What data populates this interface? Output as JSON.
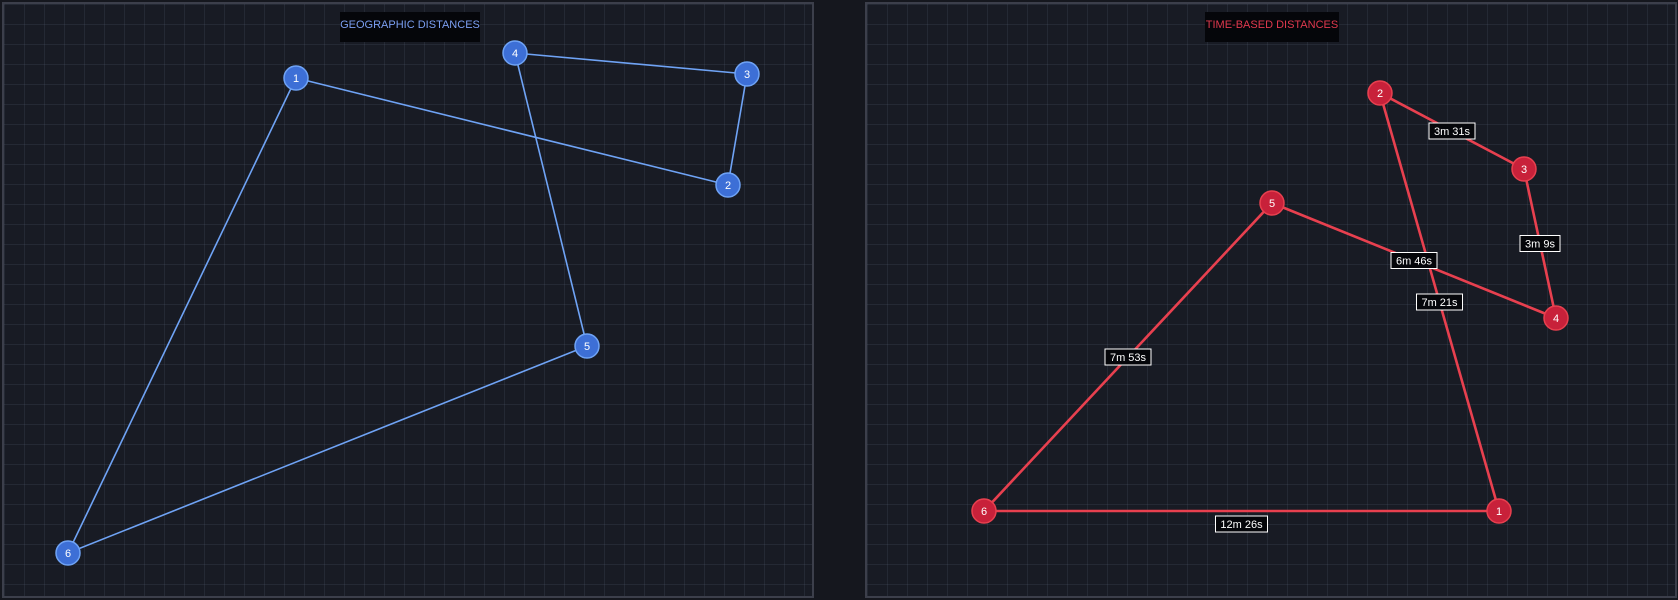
{
  "left_panel": {
    "title": "GEOGRAPHIC DISTANCES",
    "node_color": "#3d6fd6",
    "edge_color": "#6fa3f5",
    "nodes": [
      {
        "id": "1",
        "label": "1"
      },
      {
        "id": "2",
        "label": "2"
      },
      {
        "id": "3",
        "label": "3"
      },
      {
        "id": "4",
        "label": "4"
      },
      {
        "id": "5",
        "label": "5"
      },
      {
        "id": "6",
        "label": "6"
      }
    ],
    "edges": [
      {
        "from": "1",
        "to": "2"
      },
      {
        "from": "2",
        "to": "3"
      },
      {
        "from": "3",
        "to": "4"
      },
      {
        "from": "4",
        "to": "5"
      },
      {
        "from": "5",
        "to": "6"
      },
      {
        "from": "6",
        "to": "1"
      }
    ]
  },
  "right_panel": {
    "title": "TIME-BASED DISTANCES",
    "node_color": "#c8213a",
    "edge_color": "#e8404f",
    "nodes": [
      {
        "id": "1",
        "label": "1"
      },
      {
        "id": "2",
        "label": "2"
      },
      {
        "id": "3",
        "label": "3"
      },
      {
        "id": "4",
        "label": "4"
      },
      {
        "id": "5",
        "label": "5"
      },
      {
        "id": "6",
        "label": "6"
      }
    ],
    "edges": [
      {
        "from": "1",
        "to": "2",
        "label": "7m 21s"
      },
      {
        "from": "2",
        "to": "3",
        "label": "3m 31s"
      },
      {
        "from": "3",
        "to": "4",
        "label": "3m 9s"
      },
      {
        "from": "4",
        "to": "5",
        "label": "6m 46s"
      },
      {
        "from": "5",
        "to": "6",
        "label": "7m 53s"
      },
      {
        "from": "6",
        "to": "1",
        "label": "12m 26s"
      }
    ]
  }
}
